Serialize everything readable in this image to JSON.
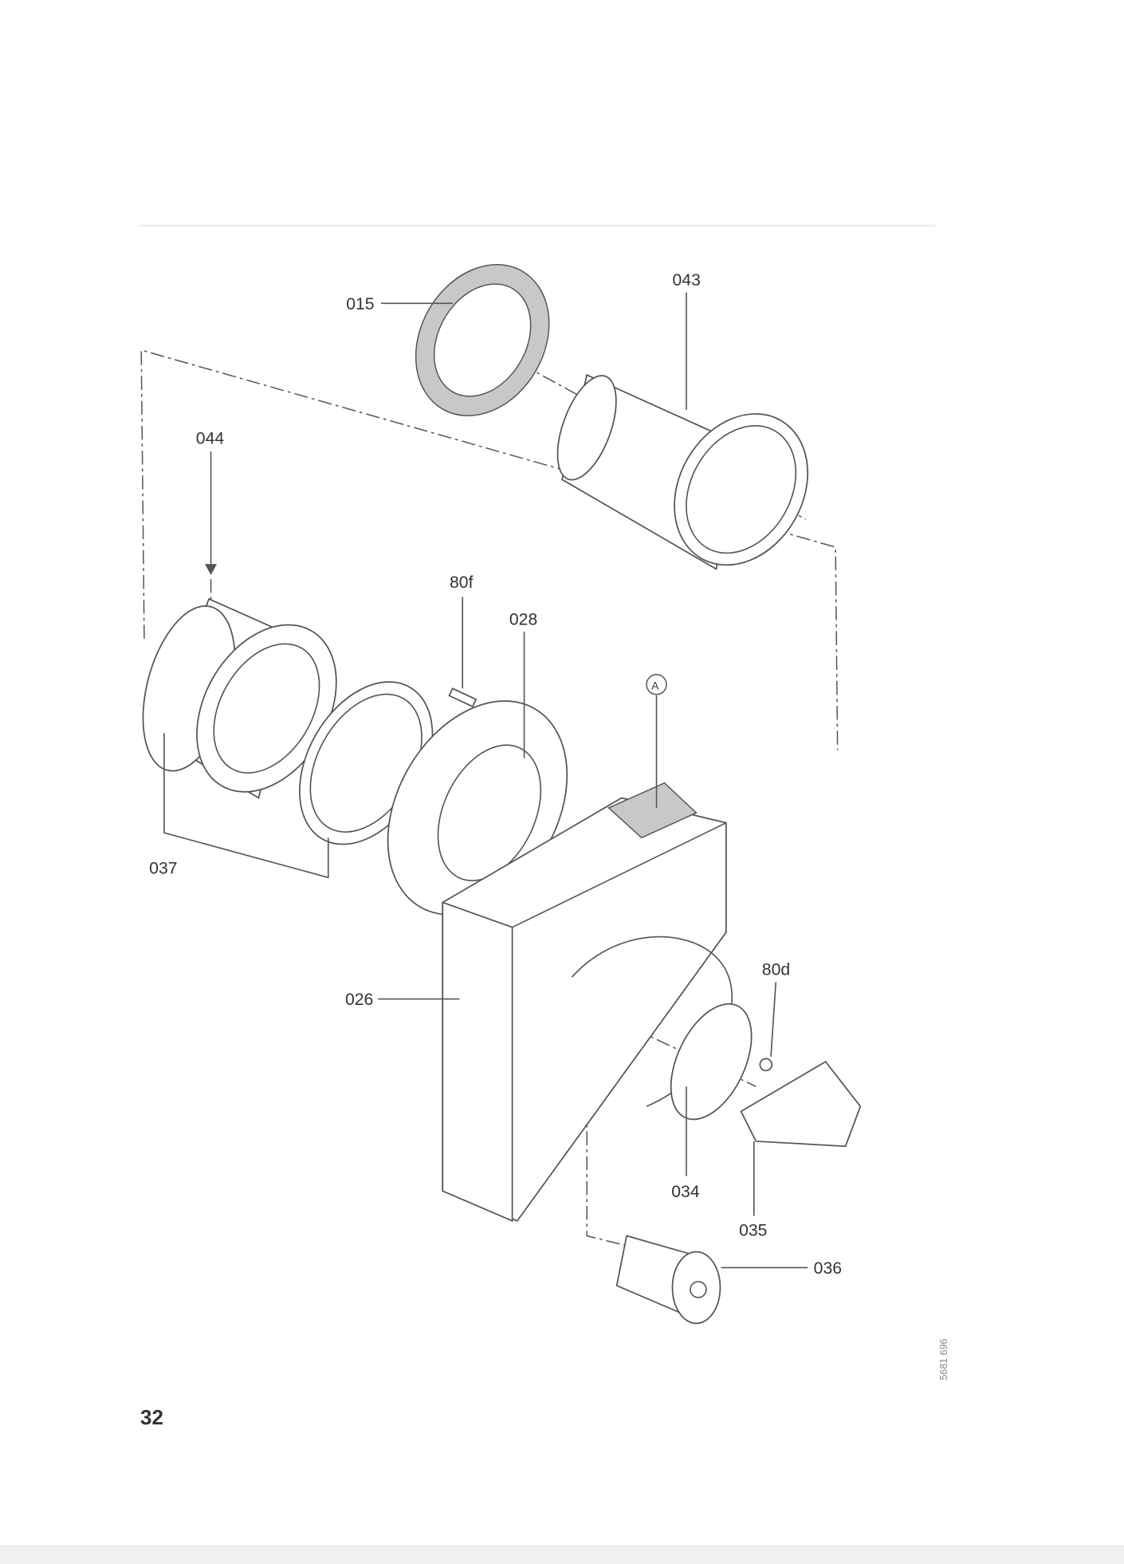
{
  "diagram": {
    "part_labels": {
      "p015": "015",
      "p043": "043",
      "p044": "044",
      "p80f": "80f",
      "p028": "028",
      "callout_a": "A",
      "p037": "037",
      "p026": "026",
      "p80d": "80d",
      "p034": "034",
      "p035": "035",
      "p036": "036"
    },
    "drawing_number": "5681 696"
  },
  "page": {
    "number": "32"
  }
}
